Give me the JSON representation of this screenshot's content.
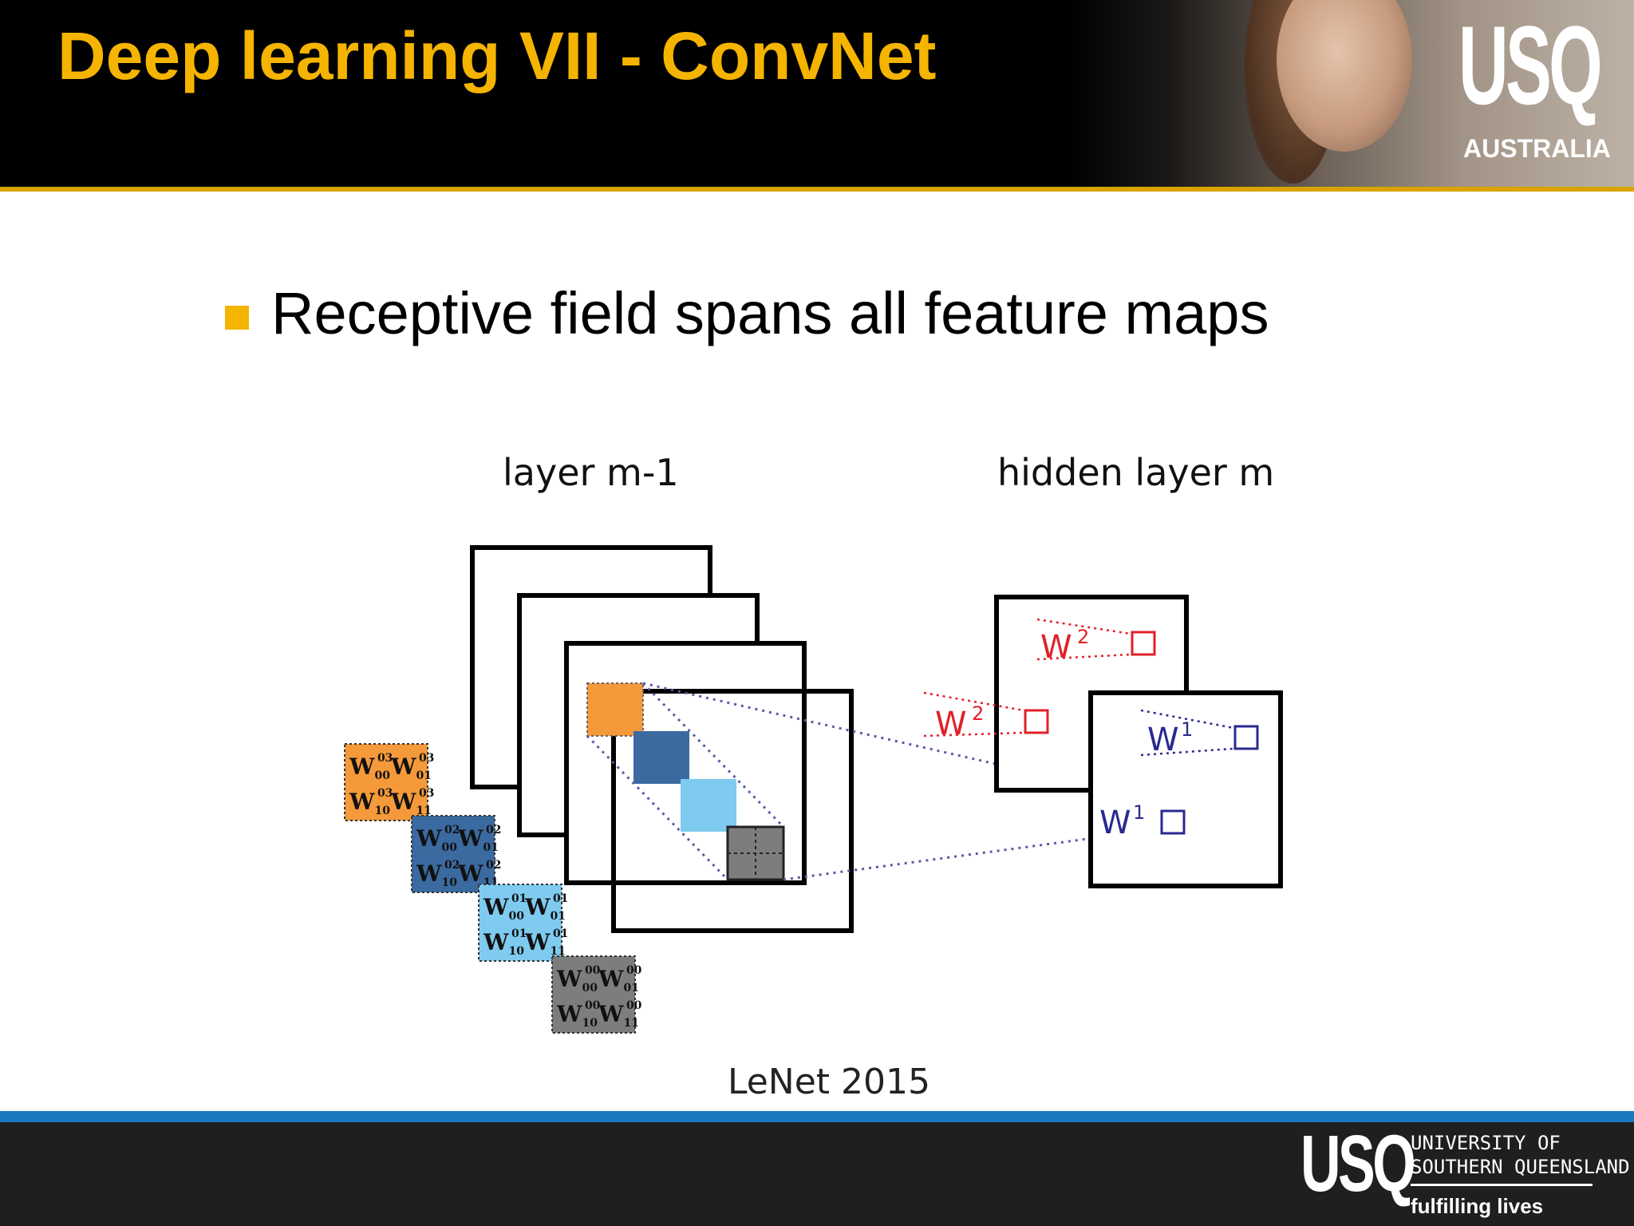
{
  "slide": {
    "title": "Deep learning VII - ConvNet",
    "bullet": "Receptive field spans all feature maps",
    "caption": "LeNet 2015"
  },
  "branding": {
    "logo_top": "USQ",
    "logo_top_sub": "AUSTRALIA",
    "logo_bottom": "USQ",
    "university_line1": "UNIVERSITY OF",
    "university_line2": "SOUTHERN QUEENSLAND",
    "tagline": "fulfilling lives"
  },
  "diagram": {
    "left_label": "layer m-1",
    "right_label": "hidden layer m",
    "w2_label": "W",
    "w2_sup": "2",
    "w1_label": "W",
    "w1_sup": "1",
    "kernels": [
      {
        "color": "#f59a3a",
        "cells": [
          {
            "w": "W",
            "sub": "00",
            "sup": "03"
          },
          {
            "w": "W",
            "sub": "01",
            "sup": "03"
          },
          {
            "w": "W",
            "sub": "10",
            "sup": "03"
          },
          {
            "w": "W",
            "sub": "11",
            "sup": "03"
          }
        ]
      },
      {
        "color": "#3b6aa0",
        "cells": [
          {
            "w": "W",
            "sub": "00",
            "sup": "02"
          },
          {
            "w": "W",
            "sub": "01",
            "sup": "02"
          },
          {
            "w": "W",
            "sub": "10",
            "sup": "02"
          },
          {
            "w": "W",
            "sub": "11",
            "sup": "02"
          }
        ]
      },
      {
        "color": "#7fcbf0",
        "cells": [
          {
            "w": "W",
            "sub": "00",
            "sup": "01"
          },
          {
            "w": "W",
            "sub": "01",
            "sup": "01"
          },
          {
            "w": "W",
            "sub": "10",
            "sup": "01"
          },
          {
            "w": "W",
            "sub": "11",
            "sup": "01"
          }
        ]
      },
      {
        "color": "#7d7d7d",
        "cells": [
          {
            "w": "W",
            "sub": "00",
            "sup": "00"
          },
          {
            "w": "W",
            "sub": "01",
            "sup": "00"
          },
          {
            "w": "W",
            "sub": "10",
            "sup": "00"
          },
          {
            "w": "W",
            "sub": "11",
            "sup": "00"
          }
        ]
      }
    ]
  },
  "colors": {
    "accent_gold": "#f5b400",
    "footer_blue": "#1b78be",
    "w2_red": "#e0202a",
    "w1_blue": "#2a2a90"
  }
}
